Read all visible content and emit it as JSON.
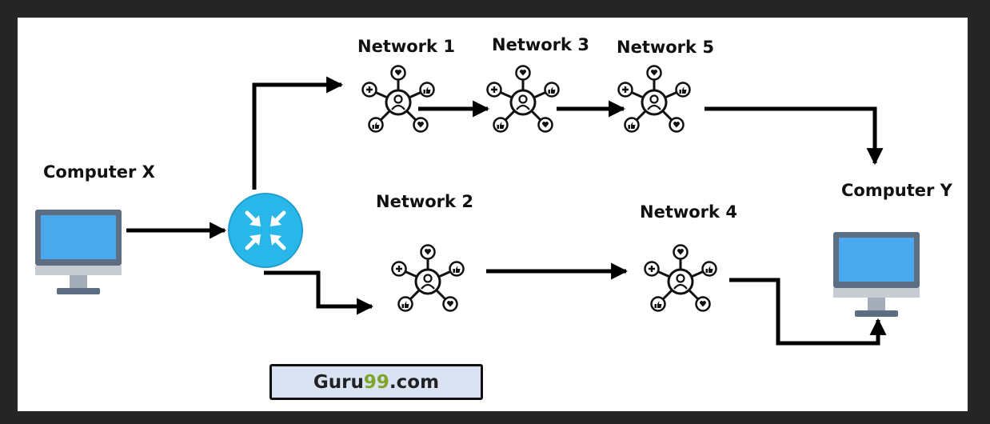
{
  "diagram": {
    "computer_x_label": "Computer X",
    "computer_y_label": "Computer  Y",
    "networks": [
      {
        "id": "n1",
        "label": "Network 1"
      },
      {
        "id": "n2",
        "label": "Network 2"
      },
      {
        "id": "n3",
        "label": "Network 3"
      },
      {
        "id": "n4",
        "label": "Network 4"
      },
      {
        "id": "n5",
        "label": "Network 5"
      }
    ],
    "edges": [
      {
        "from": "Computer X",
        "to": "router"
      },
      {
        "from": "router",
        "to": "Network 1"
      },
      {
        "from": "router",
        "to": "Network 2"
      },
      {
        "from": "Network 1",
        "to": "Network 3"
      },
      {
        "from": "Network 3",
        "to": "Network 5"
      },
      {
        "from": "Network 5",
        "to": "Computer  Y"
      },
      {
        "from": "Network 2",
        "to": "Network 4"
      },
      {
        "from": "Network 4",
        "to": "Computer  Y"
      }
    ]
  },
  "brand": {
    "prefix": "Guru",
    "highlight": "99",
    "suffix": ".com"
  },
  "colors": {
    "router": "#29b6e8",
    "screen": "#4aa9ec",
    "monitor_frame": "#5d6d82",
    "monitor_stand": "#a5adb8",
    "brand_box": "#d9e3f4",
    "brand_highlight": "#7fa52b"
  }
}
